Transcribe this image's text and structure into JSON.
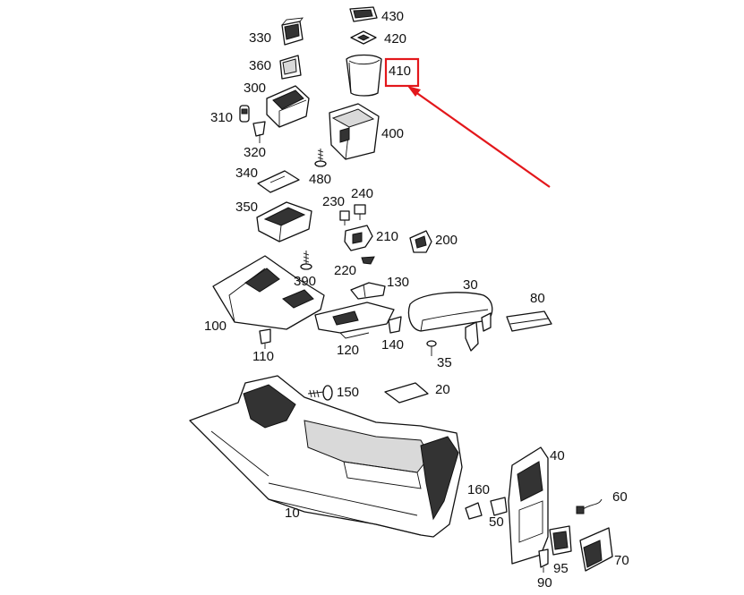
{
  "diagram": {
    "highlight": {
      "color": "#e3171b",
      "part_number": "410"
    },
    "labels": {
      "p430": "430",
      "p420": "420",
      "p330": "330",
      "p360": "360",
      "p410": "410",
      "p300": "300",
      "p310": "310",
      "p400": "400",
      "p320": "320",
      "p340": "340",
      "p480": "480",
      "p230": "230",
      "p240": "240",
      "p350": "350",
      "p210": "210",
      "p200": "200",
      "p220": "220",
      "p390": "390",
      "p130": "130",
      "p30": "30",
      "p80": "80",
      "p100": "100",
      "p120": "120",
      "p140": "140",
      "p110": "110",
      "p35": "35",
      "p150": "150",
      "p20": "20",
      "p40": "40",
      "p160": "160",
      "p60": "60",
      "p10": "10",
      "p50": "50",
      "p95": "95",
      "p70": "70",
      "p90": "90"
    }
  }
}
